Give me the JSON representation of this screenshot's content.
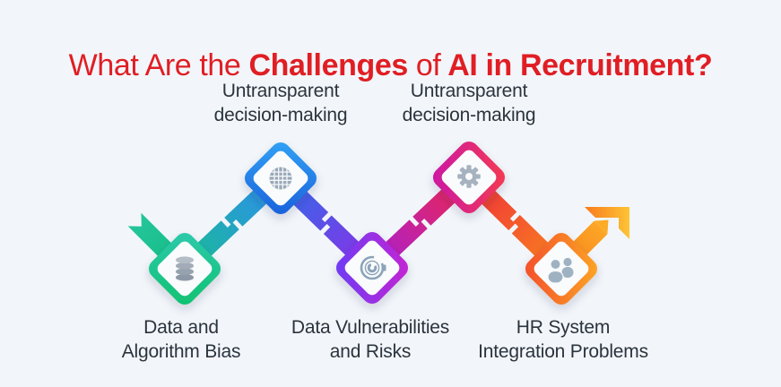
{
  "title": {
    "part1": "What Are the",
    "part2": "Challenges",
    "part3": "of",
    "part4": "AI in Recruitment?"
  },
  "nodes": [
    {
      "id": "data-and-algorithm-bias",
      "icon": "database-icon",
      "label_line1": "Data and",
      "label_line2": "Algorithm Bias",
      "label_position": "bottom",
      "gradient_from": "#2fc9ae",
      "gradient_to": "#0ec26f"
    },
    {
      "id": "untransparent-decision-making-1",
      "icon": "globe-icon",
      "label_line1": "Untransparent",
      "label_line2": "decision-making",
      "label_position": "top",
      "gradient_from": "#32a3f5",
      "gradient_to": "#1a5fdb"
    },
    {
      "id": "data-vulnerabilities-and-risks",
      "icon": "target-icon",
      "label_line1": "Data Vulnerabilities",
      "label_line2": "and Risks",
      "label_position": "bottom",
      "gradient_from": "#6a3cf6",
      "gradient_to": "#c724d2"
    },
    {
      "id": "untransparent-decision-making-2",
      "icon": "gear-icon",
      "label_line1": "Untransparent",
      "label_line2": "decision-making",
      "label_position": "top",
      "gradient_from": "#ca16a8",
      "gradient_to": "#f53b4e"
    },
    {
      "id": "hr-system-integration-problems",
      "icon": "people-icon",
      "label_line1": "HR System",
      "label_line2": "Integration Problems",
      "label_position": "bottom",
      "gradient_from": "#f44d2a",
      "gradient_to": "#fca726"
    }
  ],
  "ribbon": {
    "start_cap": "swallowtail",
    "end_cap": "arrow",
    "segment_colors": [
      {
        "from": "#25c59b",
        "to": "#14bd85"
      },
      {
        "from": "#19bd95",
        "to": "#2e8cf0"
      },
      {
        "from": "#2f6ee9",
        "to": "#8c2fe6"
      },
      {
        "from": "#a81fd4",
        "to": "#ee2750"
      },
      {
        "from": "#ef2f3a",
        "to": "#f9821f"
      },
      {
        "from": "#f9821f",
        "to": "#fdc436"
      }
    ]
  },
  "colors": {
    "background": "#f2f6fa",
    "title_red": "#e01e24",
    "label_text": "#2b333d",
    "icon_gray": "#9fb0c0",
    "inner_diamond": "#f9fbfc"
  }
}
